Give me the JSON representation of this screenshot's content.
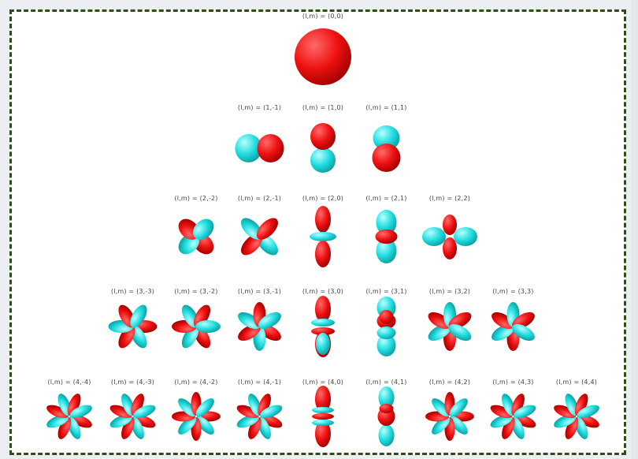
{
  "colors": {
    "positive": "#ee1111",
    "negative": "#22dde0",
    "frame_border": "#2e4d1e",
    "background": "#ffffff"
  },
  "rows": [
    {
      "l": 0,
      "labels": [
        "(l,m) = (0,0)"
      ]
    },
    {
      "l": 1,
      "labels": [
        "(l,m) = (1,-1)",
        "(l,m) = (1,0)",
        "(l,m) = (1,1)"
      ]
    },
    {
      "l": 2,
      "labels": [
        "(l,m) = (2,-2)",
        "(l,m) = (2,-1)",
        "(l,m) = (2,0)",
        "(l,m) = (2,1)",
        "(l,m) = (2,2)"
      ]
    },
    {
      "l": 3,
      "labels": [
        "(l,m) = (3,-3)",
        "(l,m) = (3,-2)",
        "(l,m) = (3,-1)",
        "(l,m) = (3,0)",
        "(l,m) = (3,1)",
        "(l,m) = (3,2)",
        "(l,m) = (3,3)"
      ]
    },
    {
      "l": 4,
      "labels": [
        "(l,m) = (4,-4)",
        "(l,m) = (4,-3)",
        "(l,m) = (4,-2)",
        "(l,m) = (4,-1)",
        "(l,m) = (4,0)",
        "(l,m) = (4,1)",
        "(l,m) = (4,2)",
        "(l,m) = (4,3)",
        "(l,m) = (4,4)"
      ]
    }
  ]
}
